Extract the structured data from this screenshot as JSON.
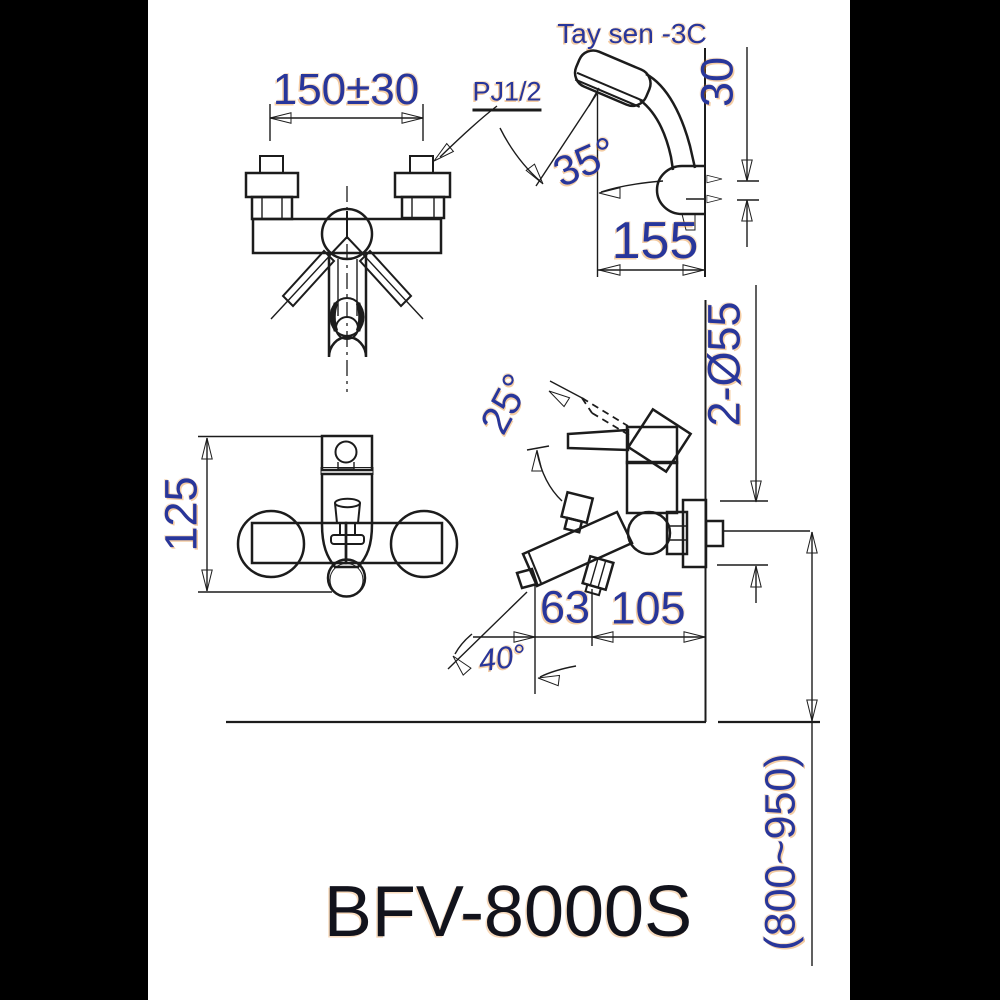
{
  "title": "BFV-8000S",
  "annotations": {
    "hand_shower": "Tay sen -3C",
    "thread_size": "PJ1/2"
  },
  "dimensions": {
    "connection_centers": "150±30",
    "holder_offset": "30",
    "shower_angle": "35°",
    "shower_projection": "155",
    "escutcheon_diameter": "2-Ø55",
    "handle_lift_angle": "25°",
    "body_height": "125",
    "spout_drop": "63",
    "spout_reach": "105",
    "spout_swivel_angle": "40°",
    "mounting_height": "(800~950)"
  },
  "colors": {
    "background": "#000000",
    "paper": "#ffffff",
    "line": "#1c1c1c",
    "dimension_text": "#28369b",
    "title_text": "#12131c"
  }
}
